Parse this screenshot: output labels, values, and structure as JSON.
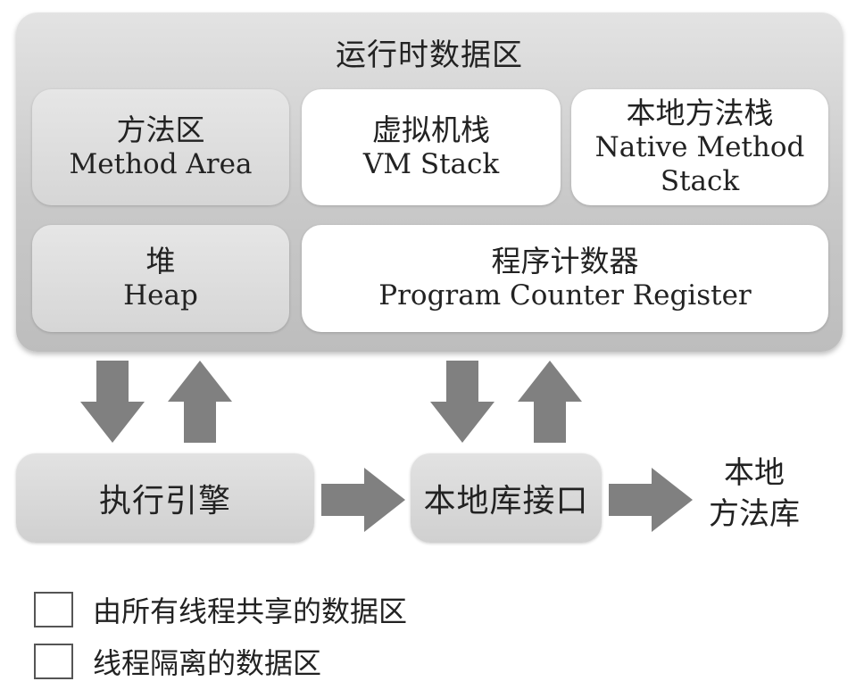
{
  "runtime_area": {
    "title": "运行时数据区"
  },
  "regions": {
    "method_area": {
      "cn": "方法区",
      "en": "Method Area"
    },
    "vm_stack": {
      "cn": "虚拟机栈",
      "en": "VM Stack"
    },
    "native_method_stack": {
      "cn": "本地方法栈",
      "en_line1": "Native Method",
      "en_line2": "Stack"
    },
    "heap": {
      "cn": "堆",
      "en": "Heap"
    },
    "pc_register": {
      "cn": "程序计数器",
      "en": "Program Counter Register"
    }
  },
  "bottom": {
    "execution_engine": "执行引擎",
    "native_interface": "本地库接口",
    "native_library_line1": "本地",
    "native_library_line2": "方法库"
  },
  "legend": {
    "shared": "由所有线程共享的数据区",
    "isolated": "线程隔离的数据区"
  },
  "colors": {
    "shared_fill": "#d9d9d9",
    "isolated_fill": "#ffffff",
    "arrow": "#808080"
  }
}
